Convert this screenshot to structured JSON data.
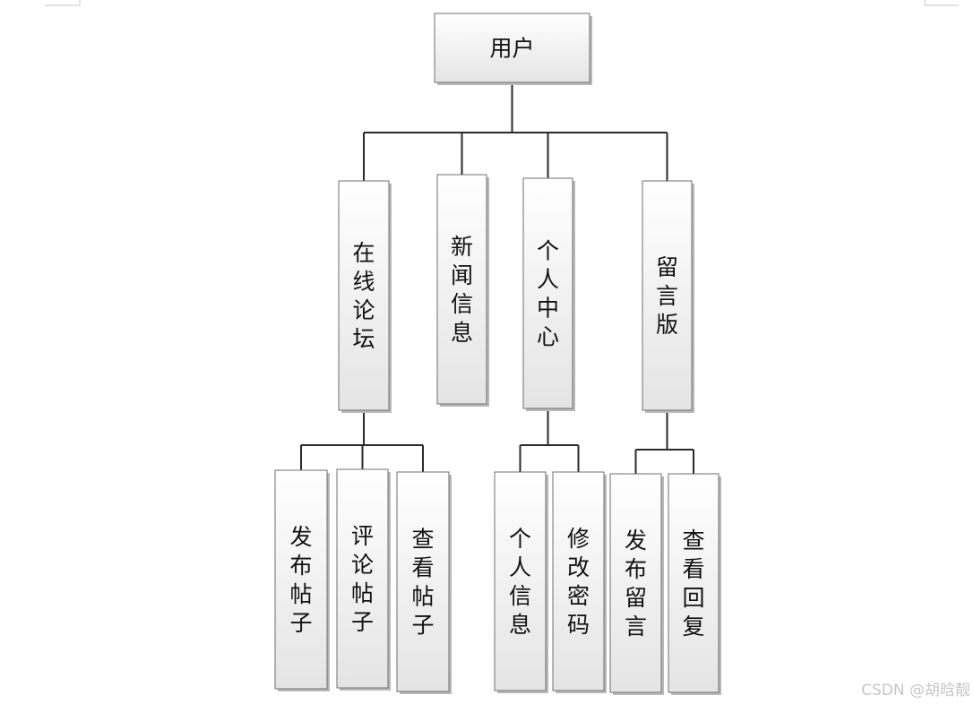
{
  "diagram": {
    "root": {
      "id": "root",
      "label": "用户"
    },
    "level1": [
      {
        "id": "forum",
        "label": "在线论坛"
      },
      {
        "id": "news",
        "label": "新闻信息"
      },
      {
        "id": "center",
        "label": "个人中心"
      },
      {
        "id": "board",
        "label": "留言版"
      }
    ],
    "level2": [
      {
        "id": "post",
        "parent": "forum",
        "label": "发布帖子"
      },
      {
        "id": "comment",
        "parent": "forum",
        "label": "评论帖子"
      },
      {
        "id": "view-post",
        "parent": "forum",
        "label": "查看帖子"
      },
      {
        "id": "info",
        "parent": "center",
        "label": "个人信息"
      },
      {
        "id": "password",
        "parent": "center",
        "label": "修改密码"
      },
      {
        "id": "leave-msg",
        "parent": "board",
        "label": "发布留言"
      },
      {
        "id": "view-reply",
        "parent": "board",
        "label": "查看回复"
      }
    ]
  },
  "watermark": "CSDN @胡晗靓",
  "colors": {
    "box_top": "#ffffff",
    "box_bottom": "#e4e4e4",
    "box_border": "#6f6f6f",
    "connector": "#2a2a2a",
    "text": "#111111"
  }
}
